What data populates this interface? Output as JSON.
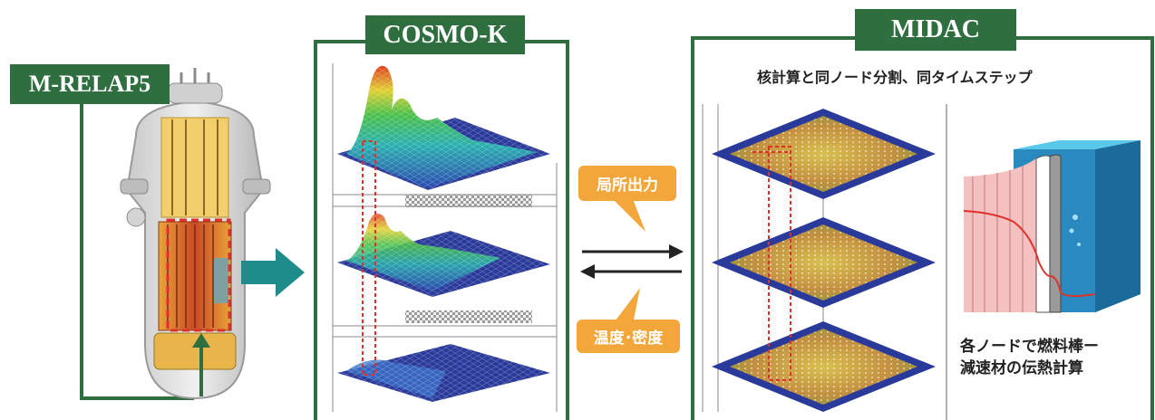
{
  "labels": {
    "relap": "M-RELAP5",
    "cosmo": "COSMO-K",
    "midac": "MIDAC"
  },
  "midac_header": "核計算と同ノード分割、同タイムステップ",
  "callouts": {
    "local_power": "局所出力",
    "temp_density": "温度･密度"
  },
  "fuel_note": {
    "line1": "各ノードで燃料棒ー",
    "line2": "減速材の伝熱計算"
  },
  "colors": {
    "label_green": "#2f6f3f",
    "callout_orange": "#f3a73a",
    "arrow_teal": "#1f8c8c",
    "mesh_blue": "#2a3a9a"
  }
}
